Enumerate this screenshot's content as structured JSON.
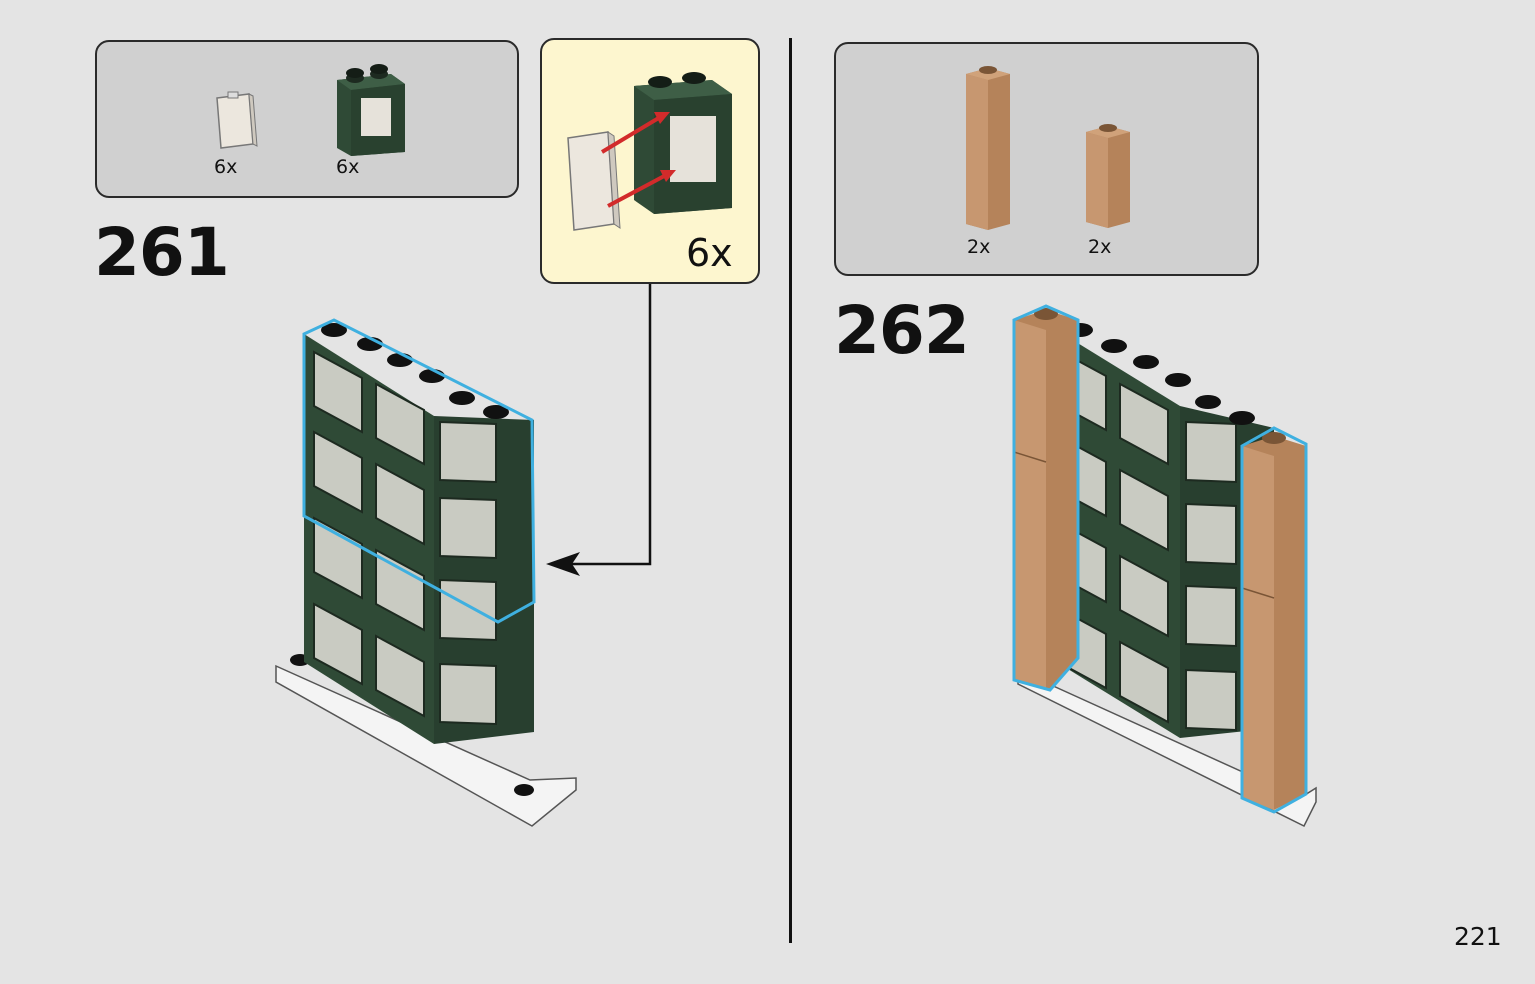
{
  "steps": [
    {
      "number": "261",
      "parts": [
        {
          "icon": "transparent-window-glass-icon",
          "qty": "6x"
        },
        {
          "icon": "green-window-frame-icon",
          "qty": "6x"
        }
      ],
      "callout": {
        "qty": "6x"
      }
    },
    {
      "number": "262",
      "parts": [
        {
          "icon": "tall-tan-pillar-brick-icon",
          "qty": "2x"
        },
        {
          "icon": "short-tan-pillar-brick-icon",
          "qty": "2x"
        }
      ]
    }
  ],
  "page_number": "221",
  "colors": {
    "background": "#e4e4e4",
    "parts_box": "#d0d0d0",
    "callout_box": "#fdf6cf",
    "frame_green": "#2f4a36",
    "brick_tan": "#b5835a",
    "highlight_blue": "#3fb0e0",
    "arrow_red": "#d22b2b"
  }
}
